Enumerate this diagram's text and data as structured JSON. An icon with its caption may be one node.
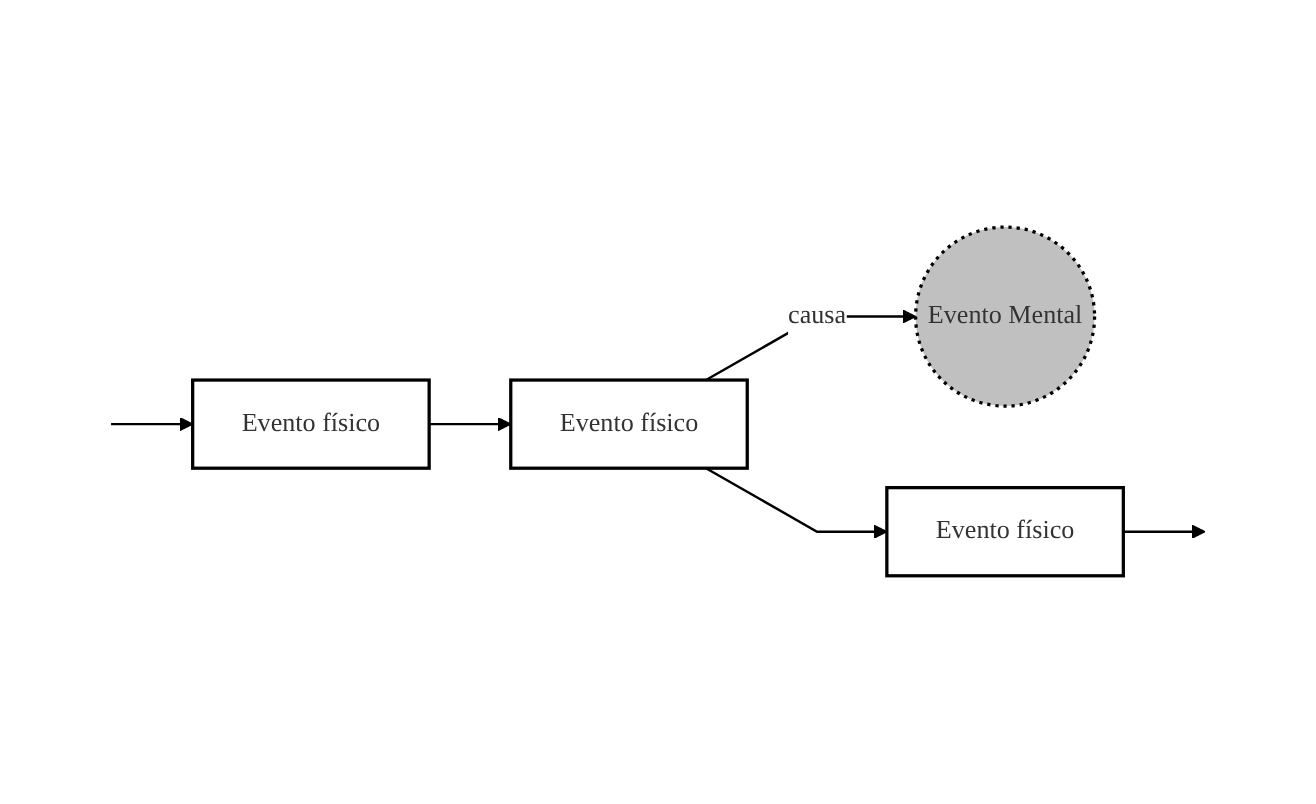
{
  "diagram": {
    "nodes": [
      {
        "text": [
          "Evento Mental"
        ]
      },
      {
        "text": [
          "Evento físico"
        ]
      },
      {
        "text": [
          "Evento físico"
        ]
      },
      {
        "text": [
          "Evento físico"
        ]
      }
    ],
    "edges": [
      {
        "from": null,
        "to": 1,
        "arrow": "to"
      },
      {
        "from": 1,
        "to": 2,
        "arrow": "to"
      },
      {
        "from": 2,
        "to": 3,
        "arrow": "to"
      },
      {
        "from": 3,
        "to": null,
        "arrow": "to"
      },
      {
        "from": 2,
        "to": 0,
        "arrow": "to",
        "label": "causa"
      }
    ]
  }
}
